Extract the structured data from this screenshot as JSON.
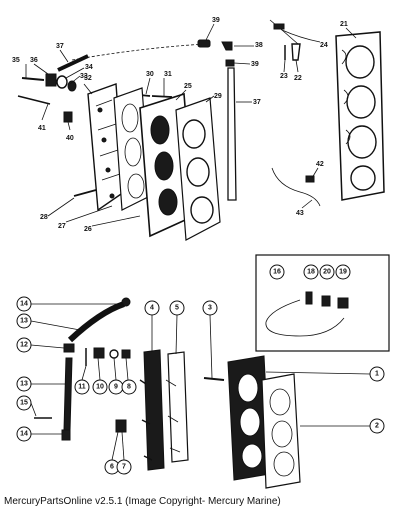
{
  "caption": "MercuryPartsOnline v2.5.1 (Image Copyright- Mercury Marine)",
  "upper_labels": [
    "39",
    "38",
    "37",
    "24",
    "21",
    "35",
    "36",
    "34",
    "33",
    "32",
    "30",
    "31",
    "39",
    "25",
    "23",
    "22",
    "29",
    "37",
    "41",
    "40",
    "42",
    "28",
    "27",
    "26",
    "43"
  ],
  "circled_labels": [
    "16",
    "18",
    "20",
    "19",
    "14",
    "4",
    "5",
    "3",
    "13",
    "12",
    "11",
    "10",
    "9",
    "8",
    "1",
    "13",
    "15",
    "14",
    "2",
    "6",
    "7"
  ]
}
